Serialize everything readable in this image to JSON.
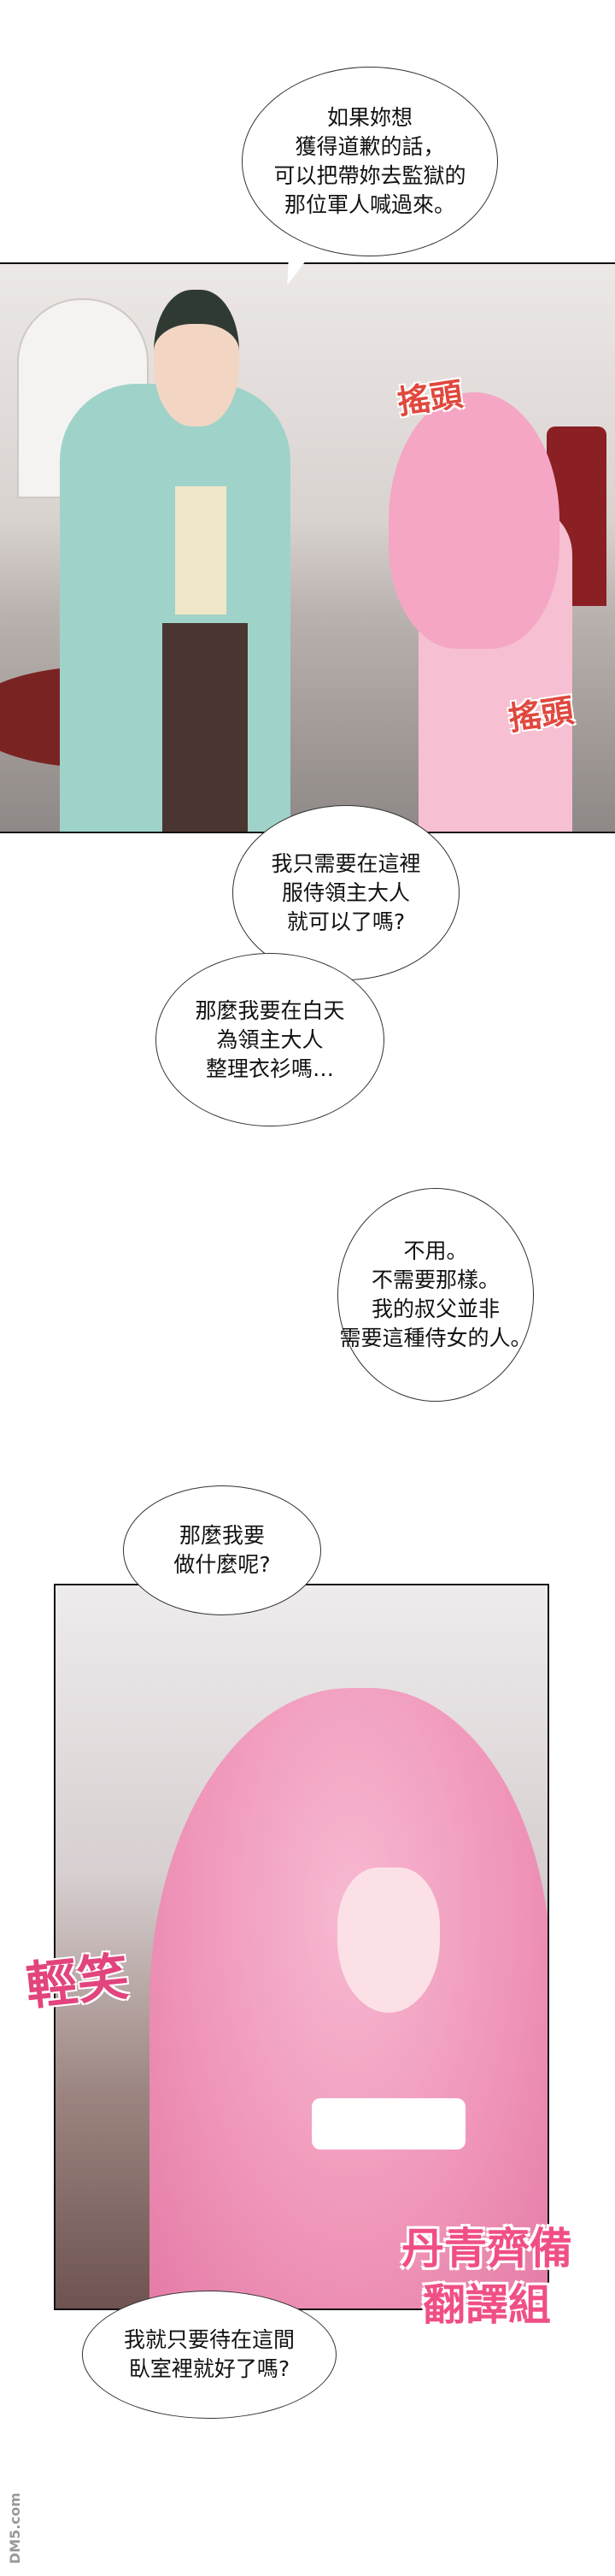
{
  "bubbles": [
    {
      "id": "apology",
      "text": "如果妳想\n獲得道歉的話，\n可以把帶妳去監獄的\n那位軍人喊過來。"
    },
    {
      "id": "serve",
      "text": "我只需要在這裡\n服侍領主大人\n就可以了嗎?"
    },
    {
      "id": "clothes",
      "text": "那麼我要在白天\n為領主大人\n整理衣衫嗎…"
    },
    {
      "id": "no-need",
      "text": "不用。\n不需要那樣。\n我的叔父並非\n需要這種侍女的人。"
    },
    {
      "id": "what-do",
      "text": "那麼我要\n做什麼呢?"
    },
    {
      "id": "bedroom",
      "text": "我就只要待在這間\n臥室裡就好了嗎?"
    }
  ],
  "sfx": {
    "shake1": "搖頭",
    "shake2": "搖頭",
    "chuckle": "輕笑"
  },
  "credit": {
    "line1": "丹青齊備",
    "line2": "翻譯組"
  },
  "site_watermark": "DM5.com",
  "colors": {
    "coat": "#9fd3c9",
    "hair_pink": "#f4a6c4",
    "sfx_red": "#e0483e",
    "credit_pink": "#f04f86"
  }
}
